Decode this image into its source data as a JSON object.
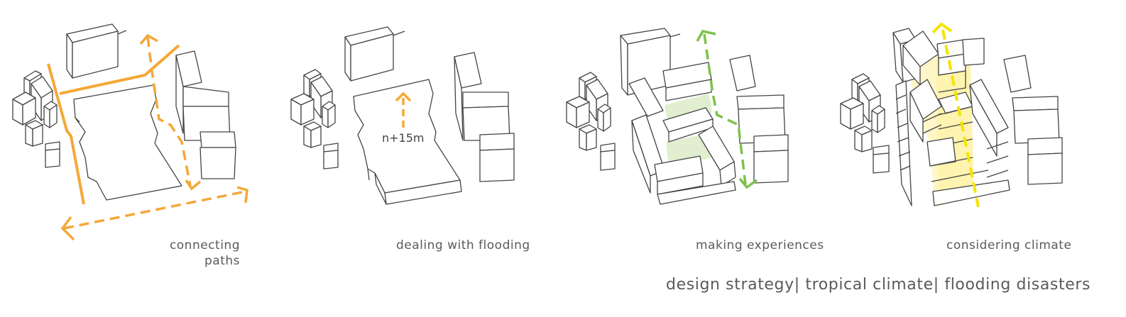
{
  "panels": [
    {
      "caption_line1": "connecting",
      "caption_line2": "paths"
    },
    {
      "caption": "dealing with flooding",
      "annotation": "n+15m"
    },
    {
      "caption": "making experiences"
    },
    {
      "caption": "considering climate"
    }
  ],
  "title": "design strategy| tropical climate| flooding disasters",
  "colors": {
    "orange": "#f4a838",
    "green": "#7dc24b",
    "yellow": "#f4e400",
    "line": "#444444"
  }
}
